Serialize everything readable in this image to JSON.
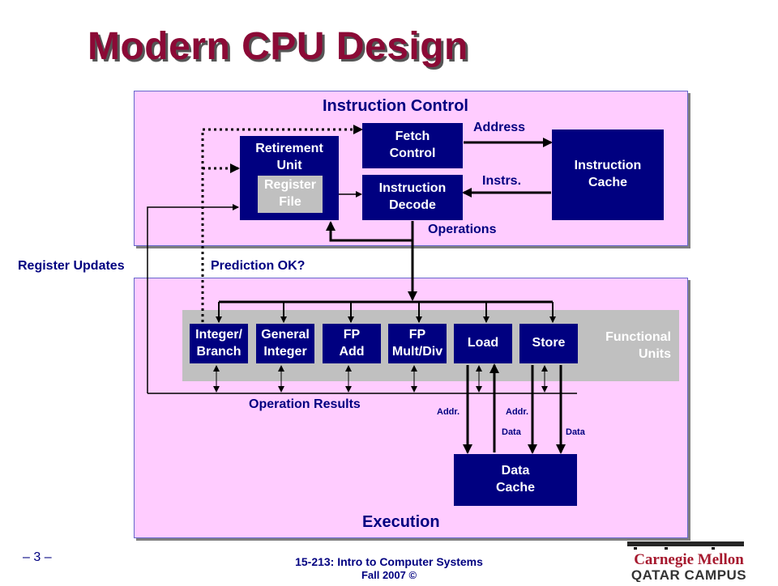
{
  "slide": {
    "title": "Modern CPU Design",
    "page_number": "– 3 –",
    "footer_line1": "15-213: Intro to Computer Systems",
    "footer_line2": "Fall 2007 ©",
    "logo_text": "جامعة كارنيجي ميلون في قطر Carnegie Mellon QATAR CAMPUS"
  },
  "instruction_control": {
    "label": "Instruction Control",
    "retirement_unit": "Retirement Unit",
    "register_file": "Register File",
    "fetch_control": "Fetch Control",
    "instruction_decode": "Instruction Decode",
    "instruction_cache": "Instruction Cache",
    "address_label": "Address",
    "instrs_label": "Instrs.",
    "operations_label": "Operations"
  },
  "between": {
    "register_updates": "Register Updates",
    "prediction_ok": "Prediction OK?"
  },
  "execution": {
    "label": "Execution",
    "functional_units_label": "Functional Units",
    "units": [
      "Integer/ Branch",
      "General Integer",
      "FP Add",
      "FP Mult/Div",
      "Load",
      "Store"
    ],
    "operation_results": "Operation Results",
    "addr_label_1": "Addr.",
    "addr_label_2": "Addr.",
    "data_label_1": "Data",
    "data_label_2": "Data",
    "data_cache": "Data Cache"
  },
  "colors": {
    "title": "#8b0a36",
    "panel_fill": "#ffccff",
    "block_fill": "#000080",
    "functional_units_fill": "#c0c0c0"
  }
}
